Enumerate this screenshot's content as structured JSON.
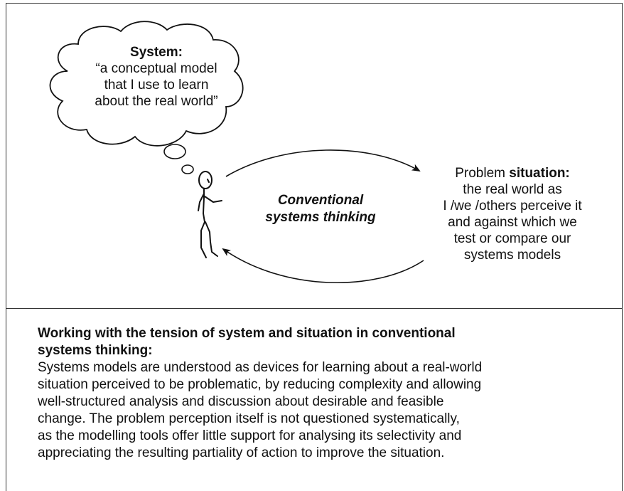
{
  "cloud": {
    "title": "System:",
    "lines": [
      "“a conceptual model",
      "that I use to learn",
      "about the real world”"
    ]
  },
  "center_label": {
    "lines": [
      "Conventional",
      "systems thinking"
    ]
  },
  "situation": {
    "lead": "Problem ",
    "bold": "situation:",
    "lines": [
      "the real world as",
      "I /we /others perceive it",
      "and against which we",
      "test or compare our",
      "systems models"
    ]
  },
  "bottom": {
    "heading_lines": [
      "Working with the tension of system and situation in conventional",
      "systems thinking:"
    ],
    "body_lines": [
      "Systems models are understood as devices for learning about a real-world",
      "situation perceived to be problematic, by reducing complexity and allowing",
      "well-structured analysis and discussion about desirable and feasible",
      "change. The problem perception itself is not questioned systematically,",
      "as the modelling tools offer little support for analysing its selectivity and",
      "appreciating the resulting partiality of action to improve the situation."
    ]
  }
}
